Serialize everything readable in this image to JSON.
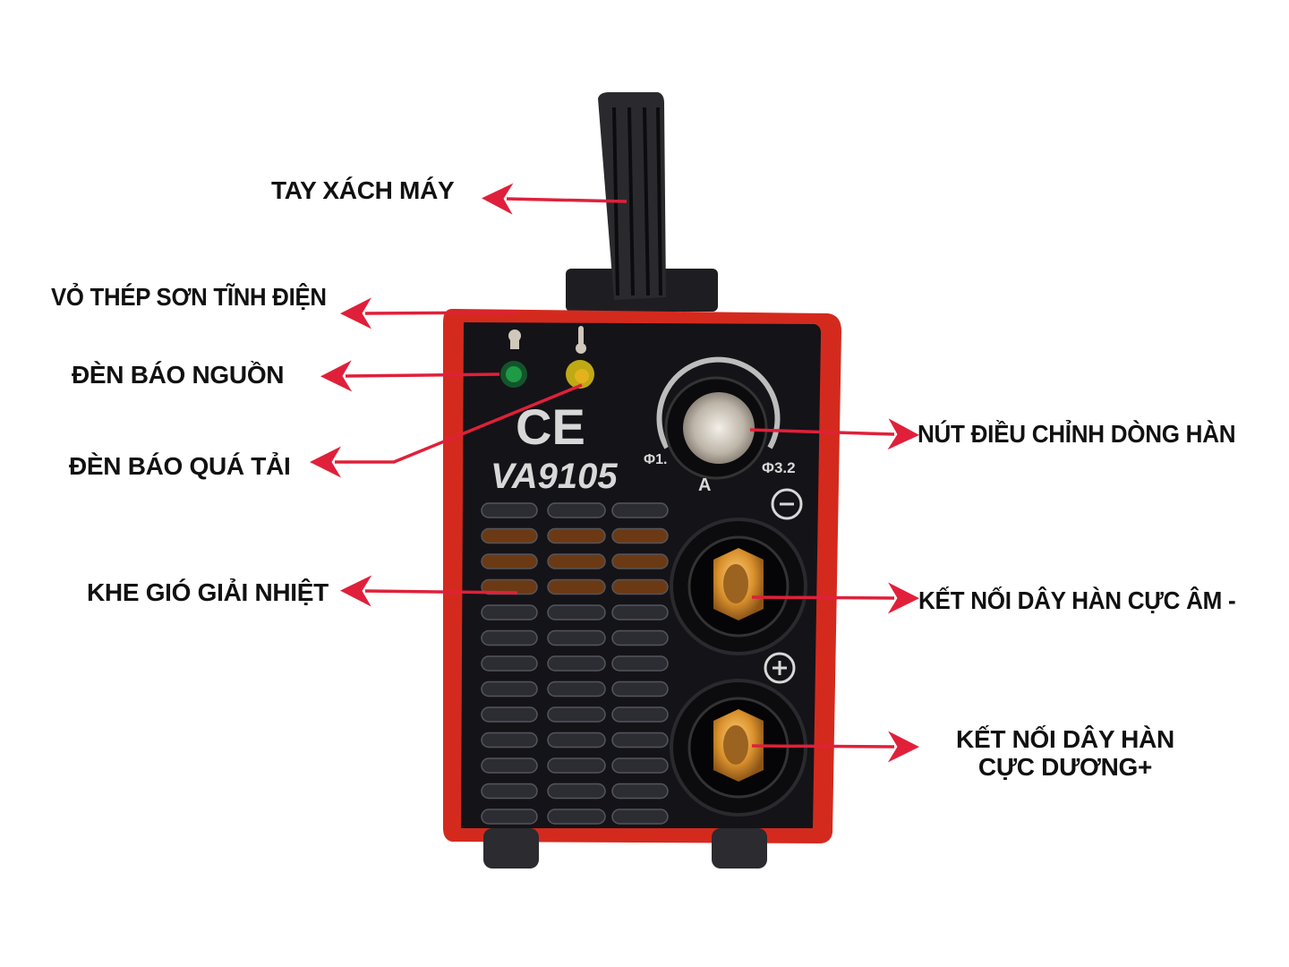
{
  "title": "Welding machine VA9105 parts diagram",
  "labels": {
    "handle": "TAY XÁCH MÁY",
    "casing": "VỎ THÉP SƠN TĨNH ĐIỆN",
    "power_light": "ĐÈN BÁO NGUỒN",
    "overload_light": "ĐÈN BÁO QUÁ TẢI",
    "vents": "KHE GIÓ GIẢI NHIỆT",
    "current_knob": "NÚT ĐIỀU CHỈNH DÒNG HÀN",
    "negative_terminal": "KẾT NỐI DÂY HÀN CỰC ÂM -",
    "positive_terminal_line1": "KẾT NỐI DÂY HÀN",
    "positive_terminal_line2": "CỰC DƯƠNG+"
  },
  "machine": {
    "model": "VA9105",
    "ce_mark": "CE",
    "dial_min": "Φ1.",
    "dial_max": "Φ3.2",
    "dial_unit": "A",
    "minus_symbol": "−",
    "plus_symbol": "+"
  },
  "colors": {
    "arrow": "#e0203a",
    "body_red": "#d42a1e",
    "panel": "#141318",
    "brass": "#d9902c",
    "power_led": "#1f9a45",
    "overload_led": "#d8c020"
  }
}
